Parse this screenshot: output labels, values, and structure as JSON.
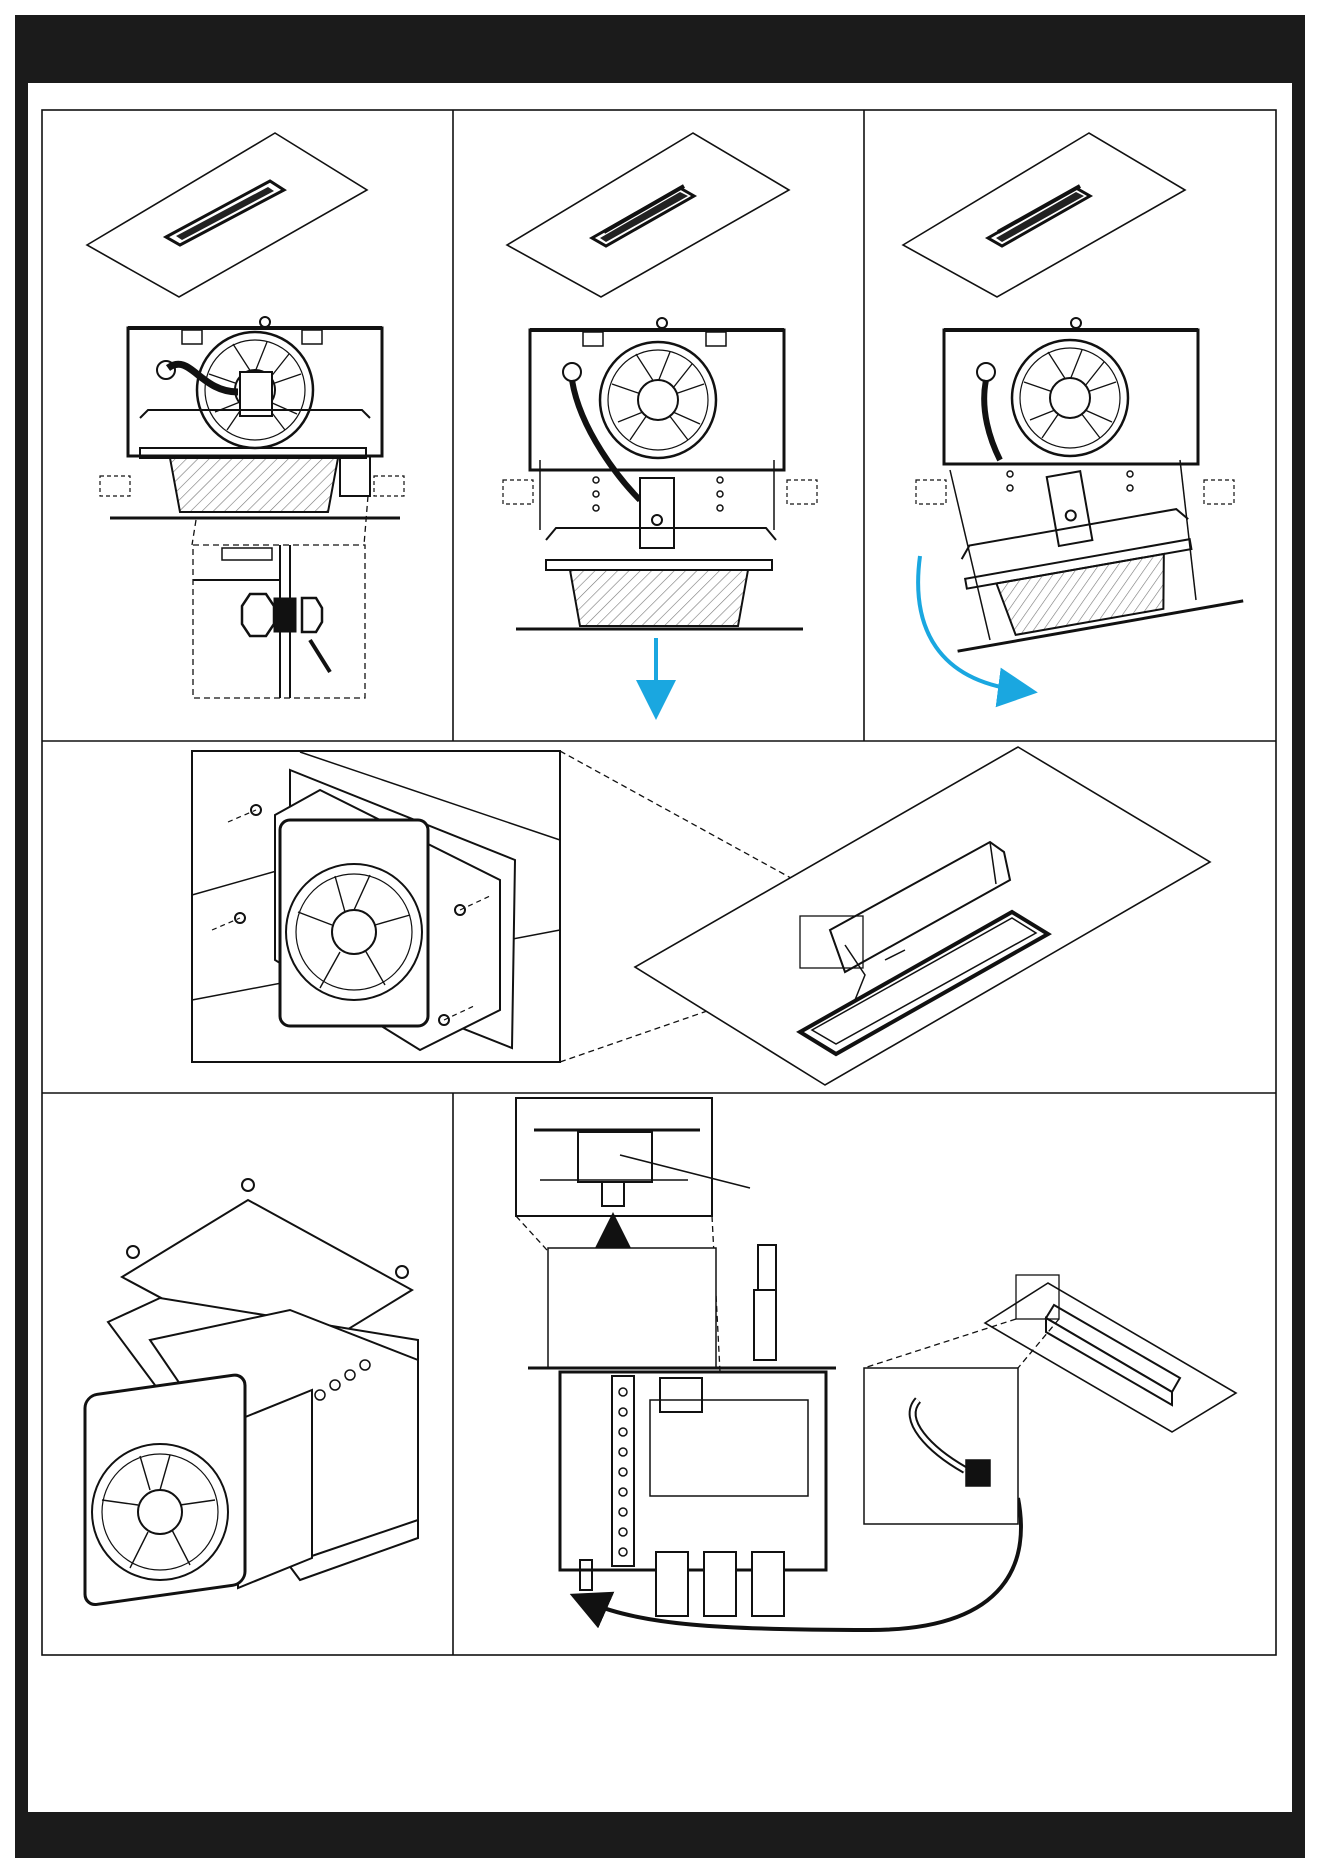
{
  "page": {
    "title": "",
    "footer": ""
  },
  "colors": {
    "frame": "#1b1b1b",
    "line": "#111111",
    "accent": "#1aa7e0",
    "hatch": "#777777"
  },
  "panels": [
    {
      "id": "step-1",
      "caption": "",
      "icon": "fan-housing-drawing"
    },
    {
      "id": "step-2",
      "caption": "",
      "icon": "fan-lowering-drawing"
    },
    {
      "id": "step-3",
      "caption": "",
      "icon": "fan-tilting-drawing"
    },
    {
      "id": "step-4",
      "caption": "",
      "icon": "fan-removal-detail-drawing"
    },
    {
      "id": "step-5",
      "caption": "",
      "icon": "fan-module-exploded-drawing"
    },
    {
      "id": "step-6",
      "caption": "",
      "icon": "terminal-box-wiring-drawing"
    }
  ]
}
